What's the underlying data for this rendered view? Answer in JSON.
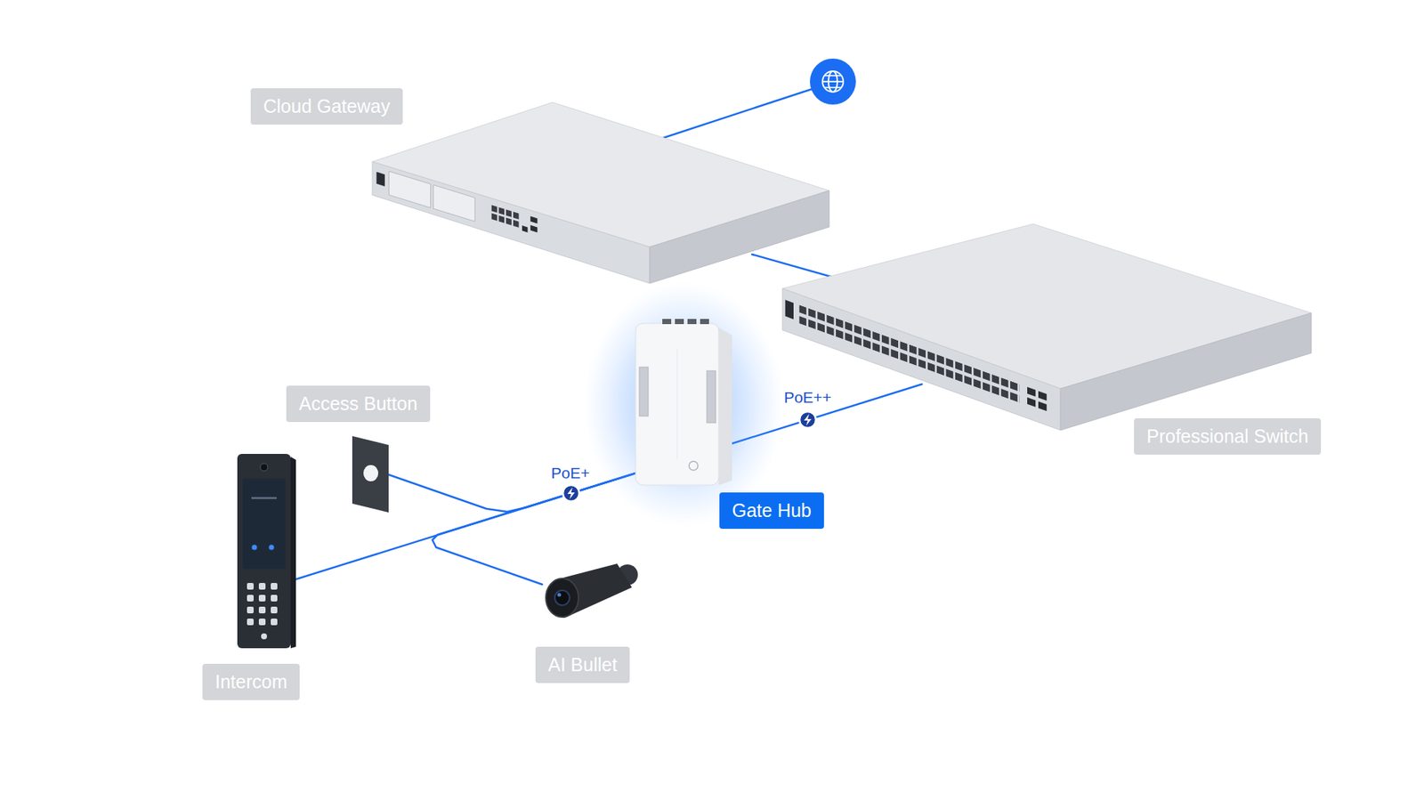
{
  "diagram": {
    "nodes": [
      {
        "text": [
          "Cloud Gateway"
        ]
      },
      {
        "text": [
          "Professional Switch"
        ]
      },
      {
        "text": [
          "Gate Hub"
        ]
      },
      {
        "text": [
          "Access Button"
        ]
      },
      {
        "text": [
          "Intercom"
        ]
      },
      {
        "text": [
          "AI Bullet"
        ]
      }
    ],
    "edges": [
      {
        "from": 0,
        "to": 1,
        "arrow": "none"
      },
      {
        "from": 1,
        "to": 2,
        "arrow": "none",
        "label": "PoE++"
      },
      {
        "from": 2,
        "to": 4,
        "arrow": "none",
        "label": "PoE+"
      },
      {
        "from": 2,
        "to": 3,
        "arrow": "none"
      },
      {
        "from": 2,
        "to": 5,
        "arrow": "none"
      }
    ]
  }
}
